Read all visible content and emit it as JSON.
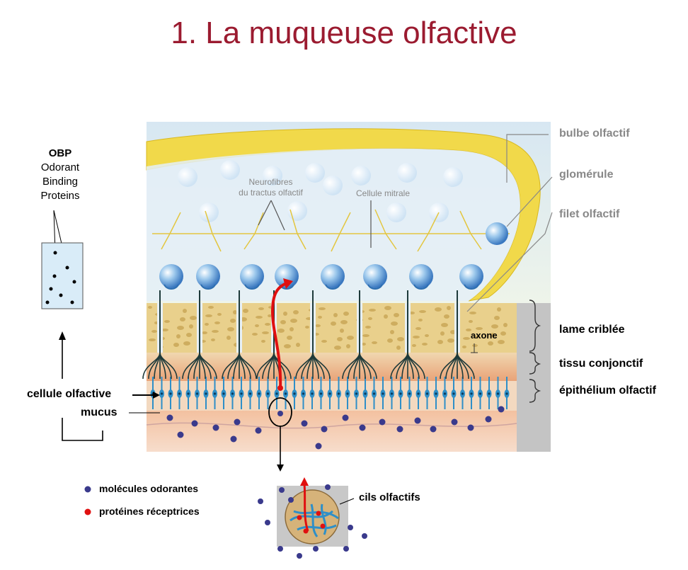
{
  "title": "1. La muqueuse olfactive",
  "obp": {
    "abbr": "OBP",
    "line1": "Odorant",
    "line2": "Binding",
    "line3": "Proteins"
  },
  "labels": {
    "bulbe": "bulbe olfactif",
    "glomerule": "glomérule",
    "filet": "filet olfactif",
    "lame": "lame criblée",
    "tissu": "tissu conjonctif",
    "epithelium": "épithélium olfactif",
    "axone": "axone",
    "cellule": "cellule olfactive",
    "mucus": "mucus",
    "cils": "cils olfactifs",
    "neurofibres1": "Neurofibres",
    "neurofibres2": "du tractus olfactif",
    "mitrale": "Cellule mitrale"
  },
  "legend": {
    "molecules": "molécules odorantes",
    "proteines": "protéines réceptrices"
  },
  "colors": {
    "title": "#9b1b30",
    "molecule": "#3a3a8c",
    "receptor": "#e01010",
    "bone": "#e8cf86",
    "bulb": "#f0d640",
    "epithelium": "#2e8fc8"
  }
}
